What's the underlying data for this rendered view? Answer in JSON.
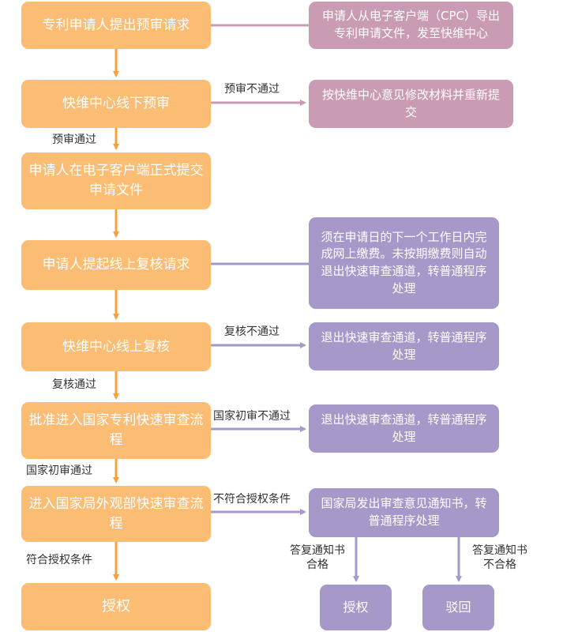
{
  "nodes": {
    "s1": "专利申请人提出预审请求",
    "s2": "快维中心线下预审",
    "s3": "申请人在电子客户端正式提交申请文件",
    "s4": "申请人提起线上复核请求",
    "s5": "快维中心线上复核",
    "s6": "批准进入国家专利快速审查流程",
    "s7": "进入国家局外观部快速审查流程",
    "s8": "授权",
    "n1": "申请人从电子客户端（CPC）导出专利申请文件，发至快维中心",
    "n2": "按快维中心意见修改材料并重新提交",
    "n3": "须在申请日的下一个工作日内完成网上缴费。未按期缴费则自动退出快速审查通道，转普通程序处理",
    "n4": "退出快速审查通道，转普通程序处理",
    "n5": "退出快速审查通道，转普通程序处理",
    "n6": "国家局发出审查意见通知书，转普通程序处理",
    "n7": "授权",
    "n8": "驳回"
  },
  "labels": {
    "pre_fail": "预审不通过",
    "pre_pass": "预审通过",
    "review_fail": "复核不通过",
    "review_pass": "复核通过",
    "nat_fail": "国家初审不通过",
    "nat_pass": "国家初审通过",
    "nonconform": "不符合授权条件",
    "conform": "符合授权条件",
    "reply_ok_1": "答复通知书",
    "reply_ok_2": "合格",
    "reply_bad_1": "答复通知书",
    "reply_bad_2": "不合格"
  },
  "colors": {
    "main": "#fbbc73",
    "pink": "#c99cb3",
    "purple": "#a698c9",
    "arrow_orange": "#f7a13a"
  }
}
